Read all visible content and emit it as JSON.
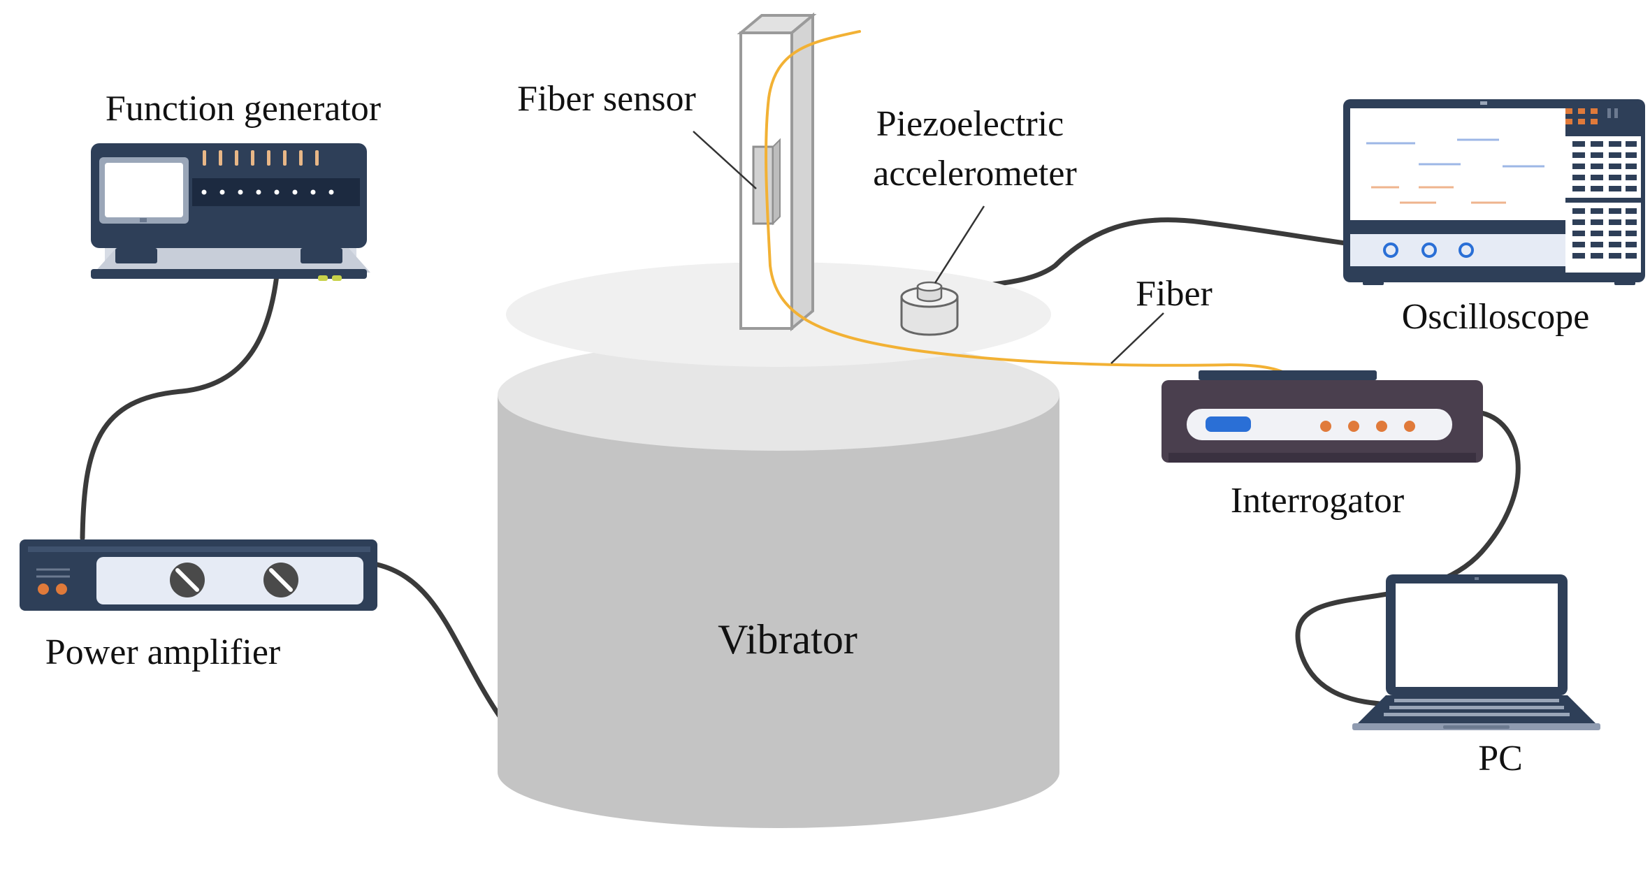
{
  "labels": {
    "function_generator": "Function generator",
    "fiber_sensor": "Fiber sensor",
    "piezo_line1": "Piezoelectric",
    "piezo_line2": "accelerometer",
    "fiber": "Fiber",
    "oscilloscope": "Oscilloscope",
    "interrogator": "Interrogator",
    "power_amplifier": "Power amplifier",
    "vibrator": "Vibrator",
    "pc": "PC"
  },
  "colors": {
    "cable": "#3a3a3a",
    "fiber": "#f2b134",
    "device_dark": "#2e3f58",
    "device_panel": "#e6ebf5",
    "accent_orange": "#e07a3a",
    "accent_blue": "#2a6fd6",
    "vibrator_body": "#c4c4c4",
    "vibrator_top": "#e6e6e6",
    "vibrator_platform": "#f0f0f0"
  },
  "icons": [
    "function-generator-icon",
    "power-amplifier-icon",
    "oscilloscope-icon",
    "interrogator-icon",
    "laptop-icon",
    "accelerometer-icon",
    "vibrator-icon",
    "fiber-sensor-beam-icon"
  ]
}
